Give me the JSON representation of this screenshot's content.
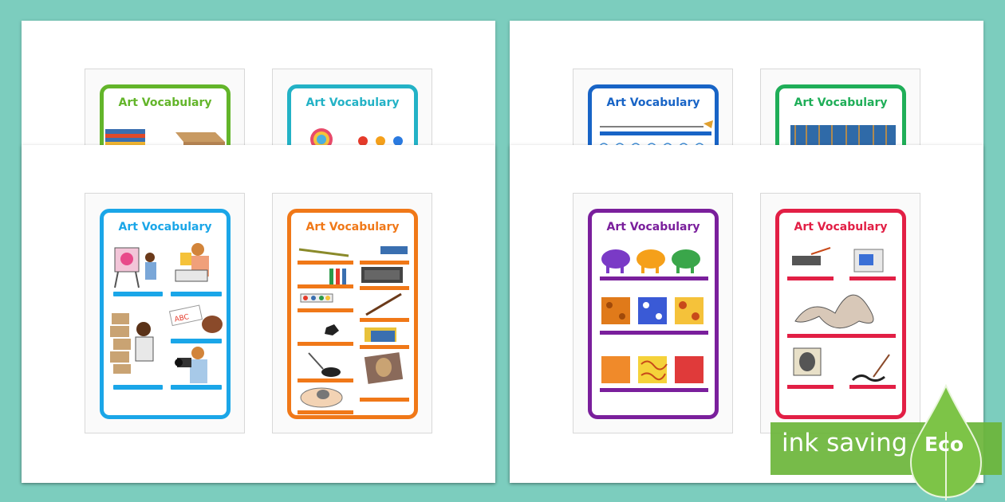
{
  "cards": [
    {
      "title": "Art Vocabulary",
      "color": "#63b52a",
      "topic": "materials"
    },
    {
      "title": "Art Vocabulary",
      "color": "#23b2c6",
      "topic": "colour"
    },
    {
      "title": "Art Vocabulary",
      "color": "#1864c6",
      "topic": "line"
    },
    {
      "title": "Art Vocabulary",
      "color": "#1fae58",
      "topic": "texture"
    },
    {
      "title": "Art Vocabulary",
      "color": "#1aa6e8",
      "topic": "art forms"
    },
    {
      "title": "Art Vocabulary",
      "color": "#f07818",
      "topic": "tools"
    },
    {
      "title": "Art Vocabulary",
      "color": "#7a1f9c",
      "topic": "pattern"
    },
    {
      "title": "Art Vocabulary",
      "color": "#e21f45",
      "topic": "shape"
    }
  ],
  "badge": {
    "text": "ink saving",
    "label": "Eco",
    "color": "#6bb53a"
  }
}
